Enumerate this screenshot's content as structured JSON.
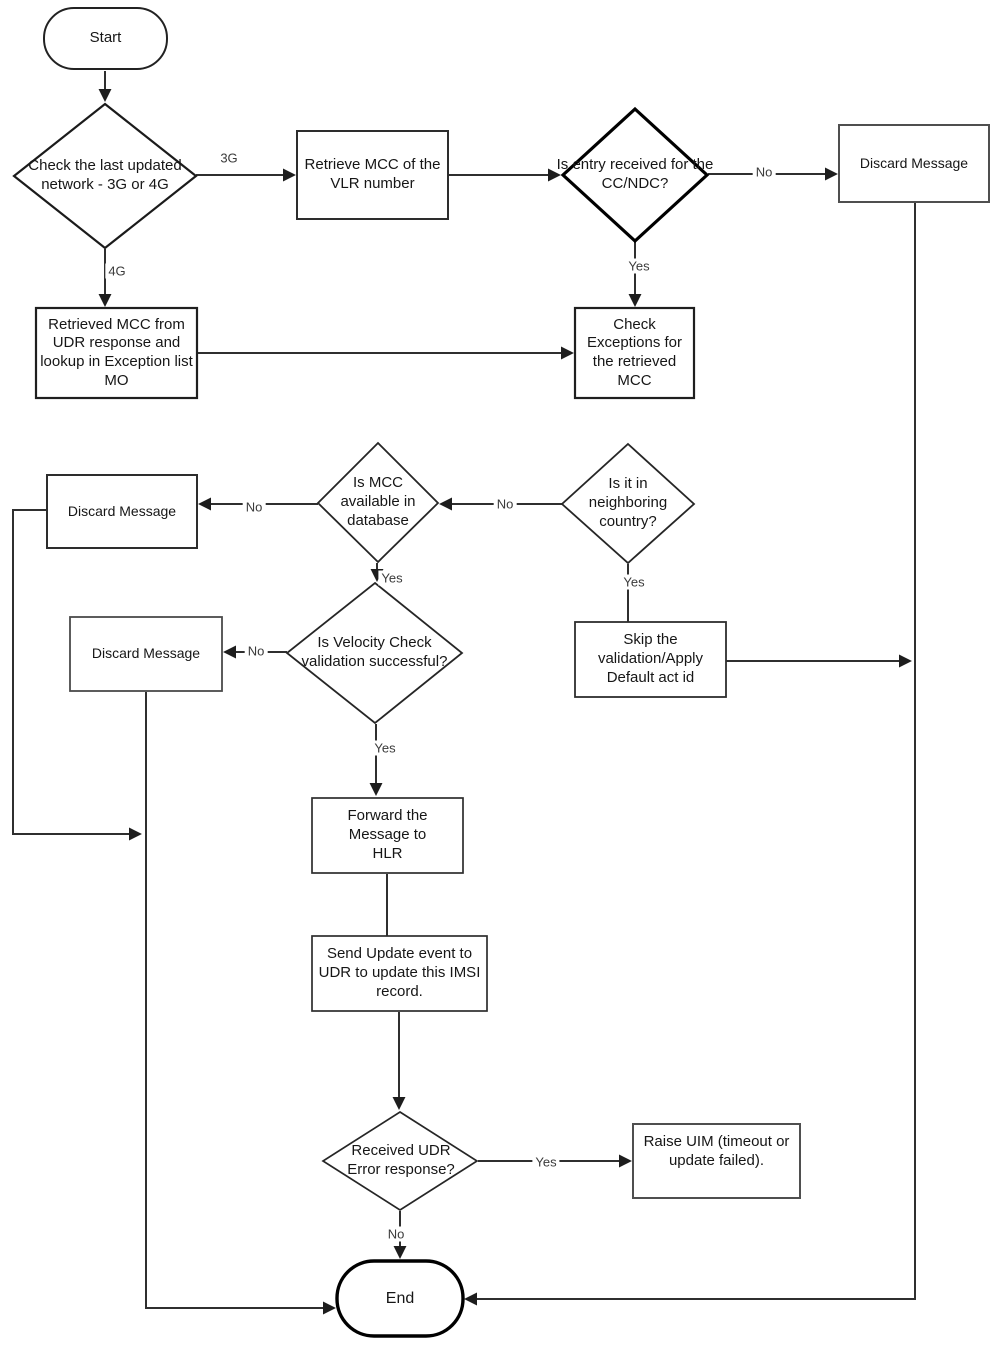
{
  "diagram": {
    "background_color": "#ffffff",
    "line_color": "#2f2f2f",
    "nodes": {
      "start": {
        "label": "Start",
        "type": "terminator"
      },
      "check_network": {
        "label": "Check the last updated network - 3G or 4G",
        "type": "decision"
      },
      "retrieve_mcc": {
        "label": "Retrieve MCC of the VLR number",
        "type": "process"
      },
      "entry_received": {
        "label": "Is entry received for the CC/NDC?",
        "type": "decision"
      },
      "discard_message_1": {
        "label": "Discard Message",
        "type": "process"
      },
      "retrieved_mcc_udr": {
        "label": "Retrieved MCC from UDR response and lookup in Exception list MO",
        "type": "process"
      },
      "check_exceptions": {
        "label": "Check Exceptions for the retrieved MCC",
        "type": "process"
      },
      "mcc_available": {
        "label": "Is MCC available in database",
        "type": "decision"
      },
      "neighboring_country": {
        "label": "Is it in neighboring country?",
        "type": "decision"
      },
      "discard_message_2": {
        "label": "Discard Message",
        "type": "process"
      },
      "skip_validation": {
        "label": "Skip the validation/Apply Default act id",
        "type": "process"
      },
      "velocity_check": {
        "label": "Is Velocity Check validation successful?",
        "type": "decision"
      },
      "discard_message_3": {
        "label": "Discard Message",
        "type": "process"
      },
      "forward_hlr": {
        "label": "Forward the Message to HLR",
        "type": "process"
      },
      "send_update": {
        "label": "Send Update event to UDR to update this IMSI record.",
        "type": "process"
      },
      "udr_error": {
        "label": "Received UDR Error response?",
        "type": "decision"
      },
      "raise_uim": {
        "label": "Raise UIM (timeout or update failed).",
        "type": "process"
      },
      "end": {
        "label": "End",
        "type": "terminator"
      }
    },
    "edge_labels": {
      "check_network_3g": "3G",
      "check_network_4g": "4G",
      "entry_received_no": "No",
      "entry_received_yes": "Yes",
      "neighboring_no": "No",
      "neighboring_yes": "Yes",
      "mcc_available_no": "No",
      "mcc_available_yes": "Yes",
      "velocity_no": "No",
      "velocity_yes": "Yes",
      "udr_error_yes": "Yes",
      "udr_error_no": "No"
    }
  }
}
